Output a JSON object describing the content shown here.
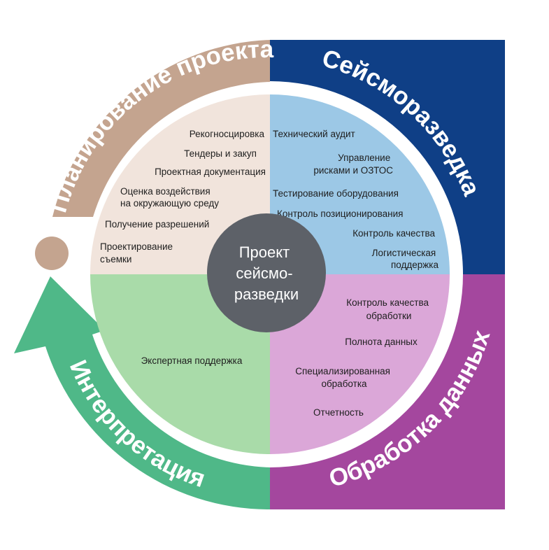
{
  "center": {
    "lines": [
      "Проект",
      "сейсмо-",
      "разведки"
    ]
  },
  "ring": {
    "planning": "Планирование проекта",
    "seismic": "Сейсморазведка",
    "processing": "Обработка данных",
    "interpretation": "Интерпретация"
  },
  "quadrants": {
    "planning": {
      "items": [
        {
          "lines": [
            "Рекогносцировка"
          ]
        },
        {
          "lines": [
            "Тендеры и закуп"
          ]
        },
        {
          "lines": [
            "Проектная документация"
          ]
        },
        {
          "lines": [
            "Оценка воздействия",
            "на окружающую среду"
          ]
        },
        {
          "lines": [
            "Получение разрешений"
          ]
        },
        {
          "lines": [
            "Проектирование",
            "съемки"
          ]
        }
      ]
    },
    "seismic": {
      "items": [
        {
          "lines": [
            "Технический аудит"
          ]
        },
        {
          "lines": [
            "Управление",
            "рисками и ОЗТОС"
          ]
        },
        {
          "lines": [
            "Тестирование оборудования"
          ]
        },
        {
          "lines": [
            "Контроль позиционирования"
          ]
        },
        {
          "lines": [
            "Контроль качества"
          ]
        },
        {
          "lines": [
            "Логистическая",
            "поддержка"
          ]
        }
      ]
    },
    "processing": {
      "items": [
        {
          "lines": [
            "Контроль качества",
            "обработки"
          ]
        },
        {
          "lines": [
            "Полнота данных"
          ]
        },
        {
          "lines": [
            "Специализированная",
            "обработка"
          ]
        },
        {
          "lines": [
            "Отчетность"
          ]
        }
      ]
    },
    "interpretation": {
      "items": [
        {
          "lines": [
            "Экспертная поддержка"
          ]
        }
      ]
    }
  },
  "colors": {
    "planning_ring": "#c4a48f",
    "planning_fill": "#f1e4dc",
    "seismic_ring": "#0f3f86",
    "seismic_fill": "#9cc8e6",
    "processing_ring": "#a4479e",
    "processing_fill": "#dba7d8",
    "interpretation_ring": "#4fb888",
    "interpretation_fill": "#a9dba9",
    "center": "#5d6168"
  }
}
